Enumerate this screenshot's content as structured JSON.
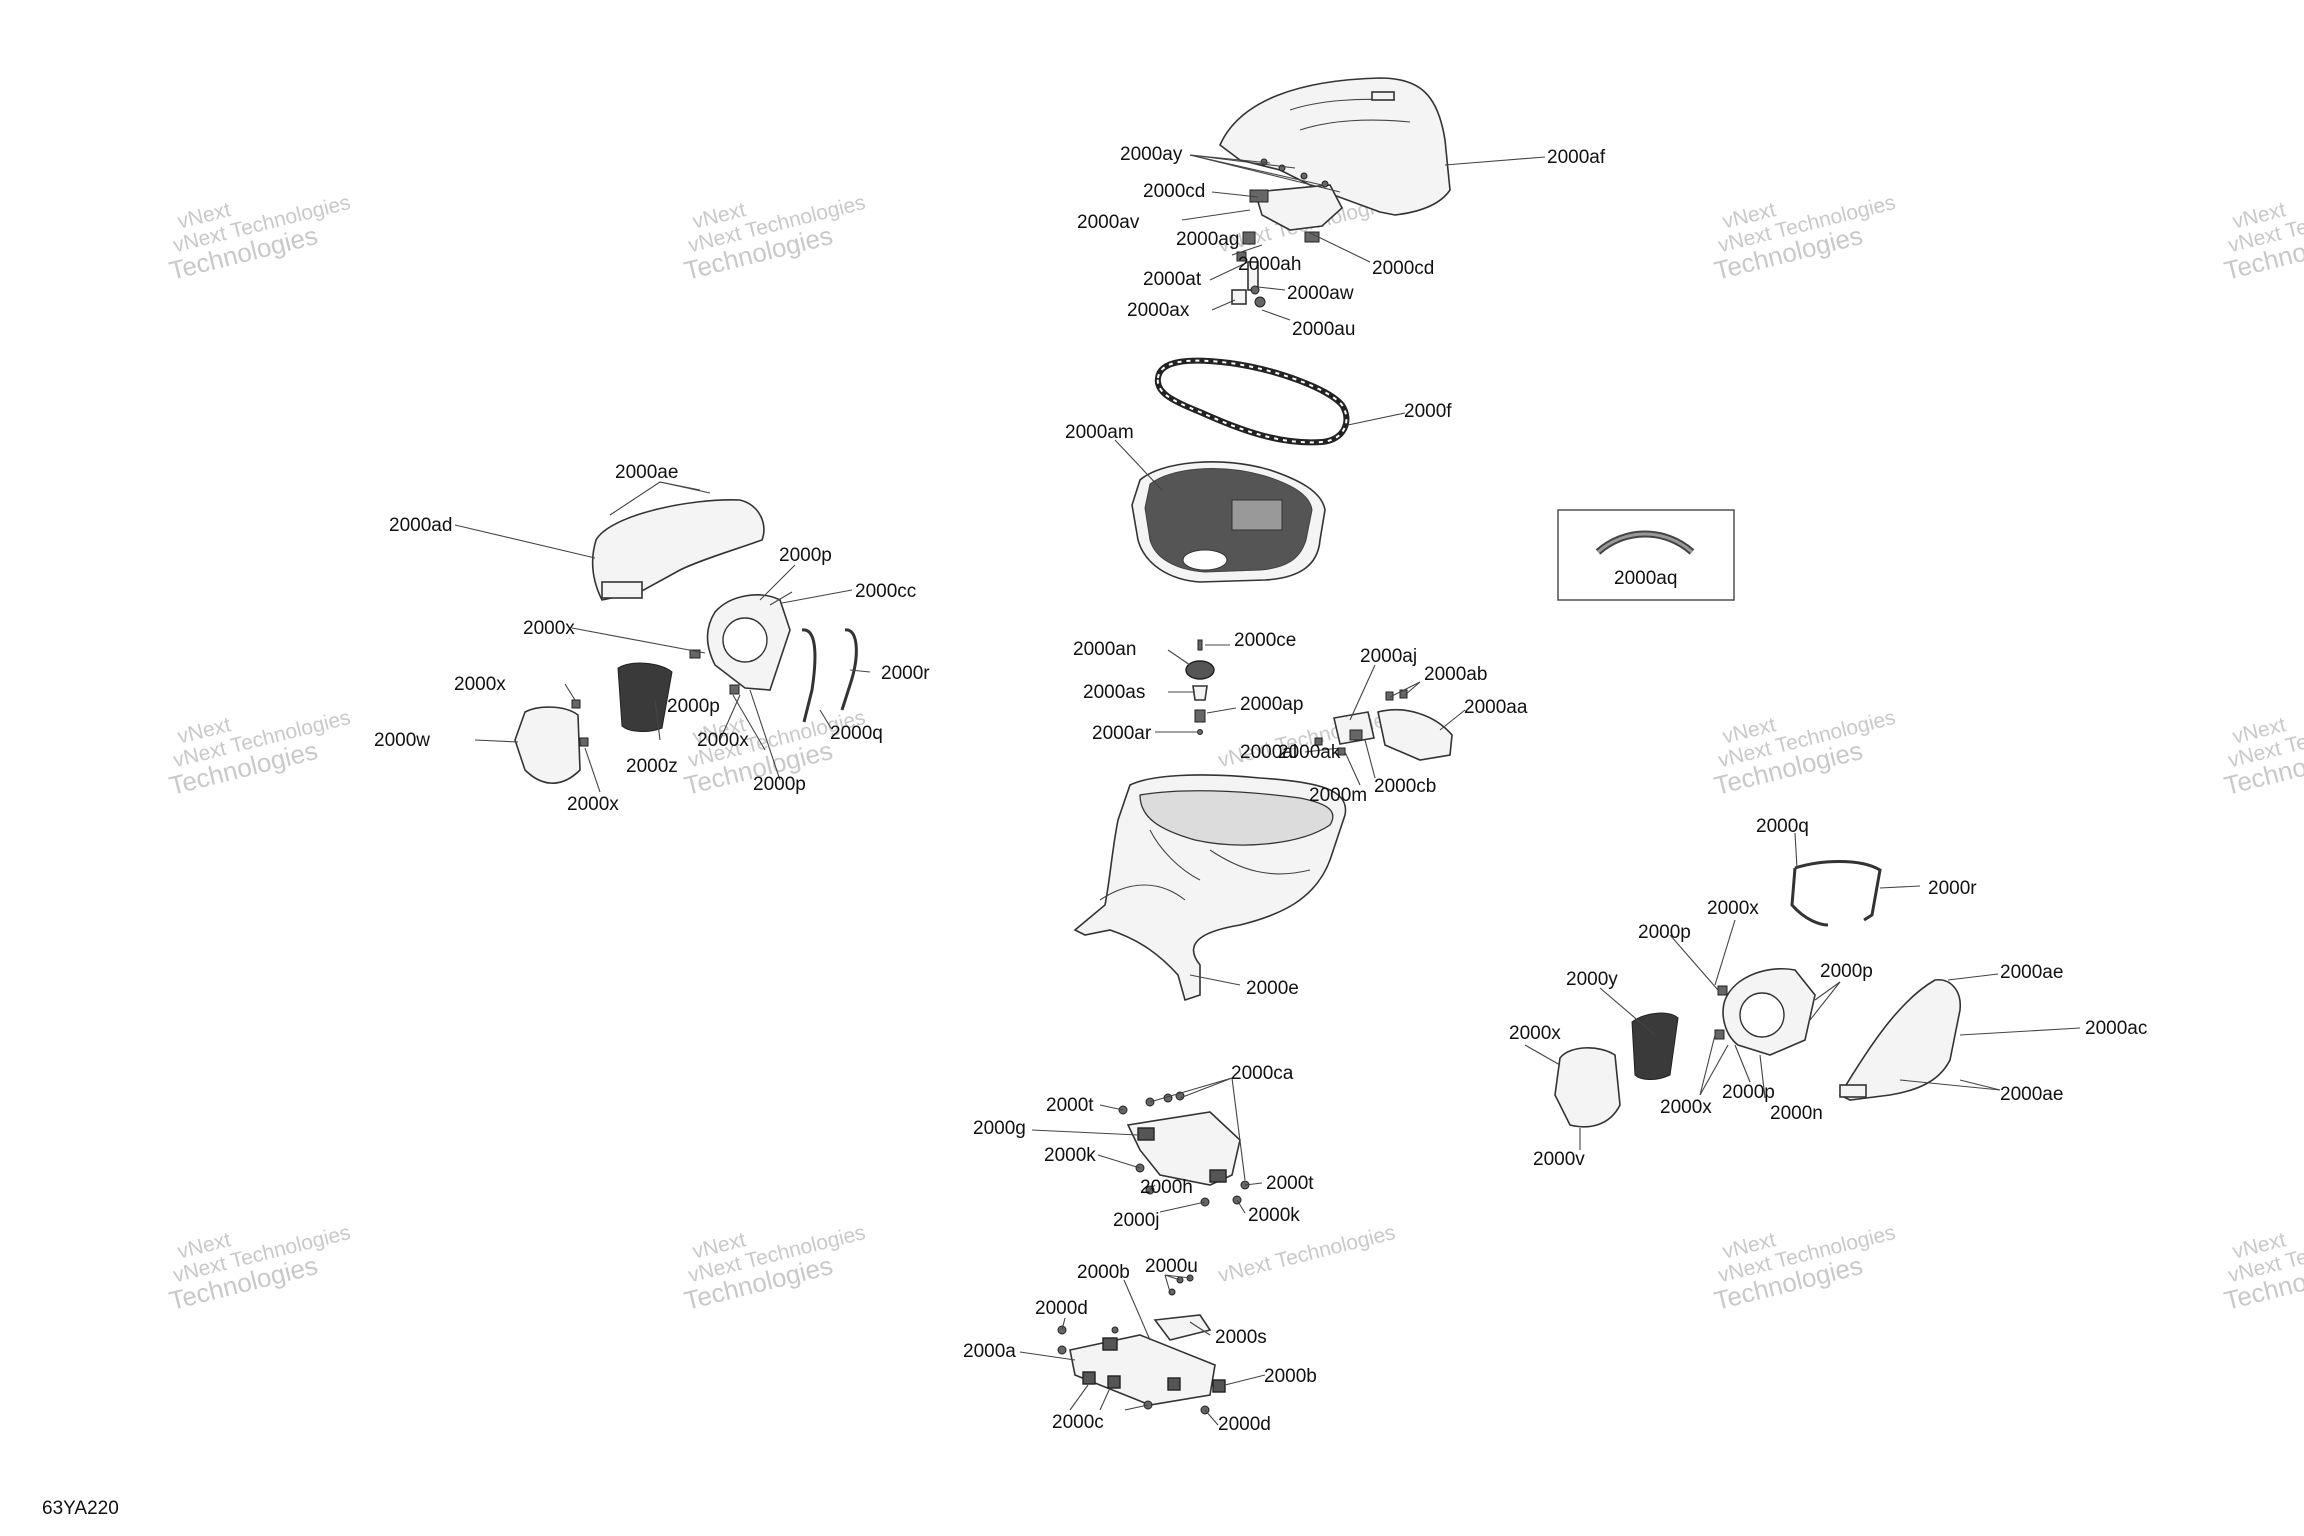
{
  "drawing_id": "63YA220",
  "watermark": {
    "line1": "vNext Technologies",
    "line2": "Technologies",
    "line3": "vNext"
  },
  "inset_label": "2000aq",
  "callouts": {
    "ay": "2000ay",
    "af": "2000af",
    "cd": "2000cd",
    "av": "2000av",
    "ag": "2000ag",
    "ah": "2000ah",
    "at": "2000at",
    "aw": "2000aw",
    "ax": "2000ax",
    "au": "2000au",
    "f": "2000f",
    "am": "2000am",
    "ae": "2000ae",
    "ad": "2000ad",
    "p": "2000p",
    "cc": "2000cc",
    "x": "2000x",
    "r": "2000r",
    "q": "2000q",
    "w": "2000w",
    "z": "2000z",
    "an": "2000an",
    "ce": "2000ce",
    "aj": "2000aj",
    "ab": "2000ab",
    "as": "2000as",
    "ap": "2000ap",
    "aa": "2000aa",
    "ar": "2000ar",
    "ak": "2000ak",
    "al": "2000al",
    "cb": "2000cb",
    "m": "2000m",
    "e": "2000e",
    "y": "2000y",
    "ac": "2000ac",
    "n": "2000n",
    "v": "2000v",
    "ca": "2000ca",
    "t": "2000t",
    "g": "2000g",
    "k": "2000k",
    "h": "2000h",
    "j": "2000j",
    "b": "2000b",
    "u": "2000u",
    "d": "2000d",
    "a": "2000a",
    "s": "2000s",
    "c": "2000c"
  }
}
